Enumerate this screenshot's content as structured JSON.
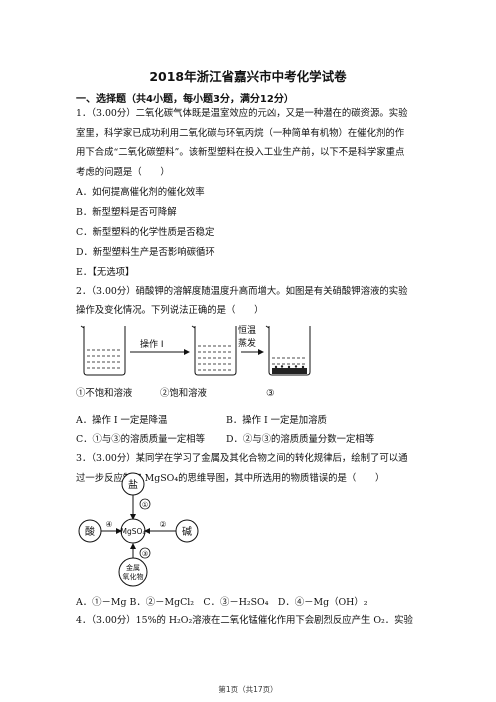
{
  "title": "2018年浙江省嘉兴市中考化学试卷",
  "section": "一、选择题（共4小题，每小题3分，满分12分）",
  "q1": {
    "line1": "1．（3.00分）二氧化碳气体既是温室效应的元凶，又是一种潜在的碳资源。实验",
    "line2": "室里，科学家已成功利用二氧化碳与环氧丙烷（一种简单有机物）在催化剂的作",
    "line3": "用下合成“二氧化碳塑料”。该新型塑料在投入工业生产前，以下不是科学家重点",
    "line4": "考虑的问题是（　　）",
    "A": "A．如何提高催化剂的催化效率",
    "B": "B．新型塑料是否可降解",
    "C": "C．新型塑料的化学性质是否稳定",
    "D": "D．新型塑料生产是否影响碳循环",
    "E": "E．【无选项】"
  },
  "q2": {
    "line1": "2．（3.00分）硝酸钾的溶解度随温度升高而增大。如图是有关硝酸钾溶液的实验",
    "line2": "操作及变化情况。下列说法正确的是（　　）",
    "diagram": {
      "op1": "操作 I",
      "op2_top": "恒温",
      "op2_bottom": "蒸发",
      "label1": "①不饱和溶液",
      "label2": "②饱和溶液",
      "label3": "③"
    },
    "A": "A．操作 I 一定是降温",
    "B": "B．操作 I 一定是加溶质",
    "C": "C．①与③的溶质质量一定相等",
    "D": "D．②与③的溶质质量分数一定相等"
  },
  "q3": {
    "line1": "3．（3.00分）某同学在学习了金属及其化合物之间的转化规律后，绘制了可以通",
    "line2": "过一步反应制取 MgSO₄的思维导图，其中所选用的物质错误的是（　　）",
    "diagram": {
      "center": "MgSO₄",
      "top": "盐",
      "left": "酸",
      "right": "碱",
      "bottom_line1": "金属",
      "bottom_line2": "氧化物",
      "n1": "①",
      "n2": "②",
      "n3": "③",
      "n4": "④"
    },
    "options": "A．①－Mg B．②－MgCl₂　C．③－H₂SO₄　D．④－Mg（OH）₂"
  },
  "q4": {
    "line1": "4．（3.00分）15%的 H₂O₂溶液在二氧化锰催化作用下会剧烈反应产生 O₂．实验"
  },
  "footer": "第1页（共17页）"
}
